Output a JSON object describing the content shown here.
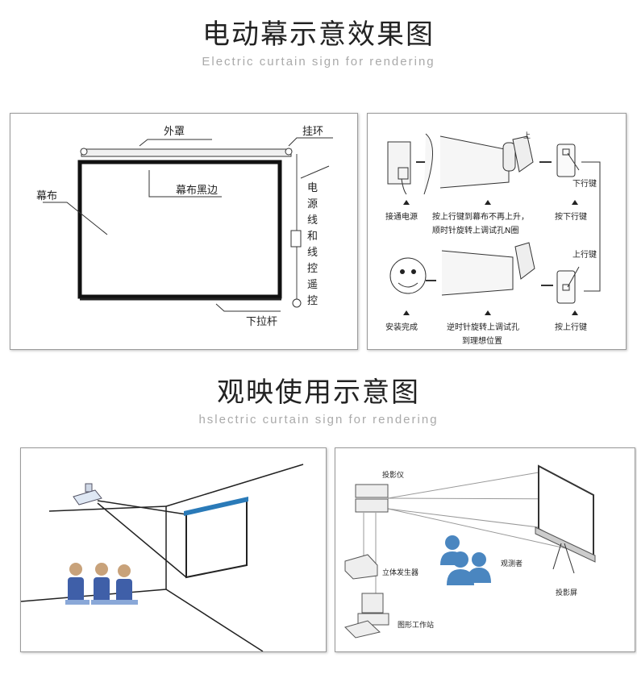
{
  "section1": {
    "title": "电动幕示意效果图",
    "subtitle": "Electric curtain sign for rendering",
    "diagram": {
      "labels": {
        "cover": "外罩",
        "hanging_ring": "挂环",
        "black_border": "幕布黑边",
        "screen": "幕布",
        "power_cable": [
          "电",
          "源",
          "线",
          "和",
          "线",
          "控",
          "遥",
          "控"
        ],
        "pull_bar": "下拉杆"
      }
    },
    "steps": {
      "up_mark": "上",
      "down_key_label": "下行键",
      "up_key_label": "上行键",
      "step1": "接通电源",
      "step2_line1": "按上行键到幕布不再上升，",
      "step2_line2": "顺时针旋转上调试孔N圈",
      "step3": "按下行键",
      "step4": "按上行键",
      "step5_line1": "逆时针旋转上调试孔",
      "step5_line2": "到理想位置",
      "step6": "安装完成"
    }
  },
  "section2": {
    "title": "观映使用示意图",
    "subtitle": "hslectric curtain sign for rendering",
    "system": {
      "projector": "投影仪",
      "stereo_generator": "立体发生器",
      "viewers": "观测者",
      "projection_screen": "投影屏",
      "workstation": "图形工作站"
    }
  },
  "colors": {
    "screen_blue": "#2a7ab8",
    "people_blue": "#4a86c0",
    "suit_blue": "#3f5fa8"
  }
}
